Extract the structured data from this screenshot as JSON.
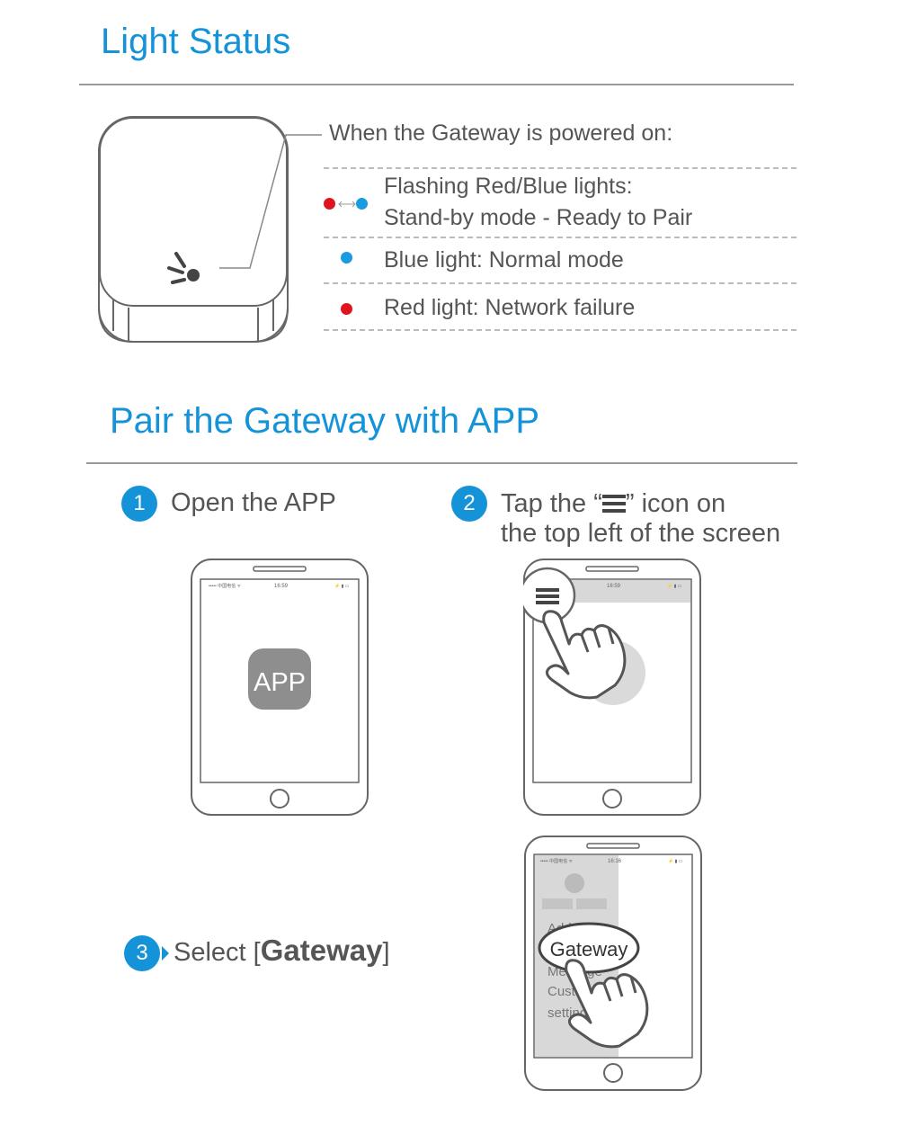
{
  "light_status": {
    "title": "Light Status",
    "intro": "When the Gateway is powered on:",
    "items": [
      {
        "line1": "Flashing Red/Blue lights:",
        "line2": "Stand-by mode - Ready to Pair"
      },
      {
        "line1": "Blue light: Normal mode"
      },
      {
        "line1": "Red light: Network failure"
      }
    ]
  },
  "pair": {
    "title": "Pair the Gateway with APP",
    "steps": [
      {
        "number": "1",
        "line1": "Open the APP"
      },
      {
        "number": "2",
        "pre": "Tap the",
        "quote_open": "“",
        "quote_close": "”",
        "post": "icon on",
        "line2": "the top left of the screen"
      },
      {
        "number": "3",
        "pre": "Select [",
        "bold": "Gateway",
        "post": "]"
      }
    ],
    "phone1": {
      "status_time": "16:59",
      "app_label": "APP"
    },
    "phone2": {
      "status_time": "16:59"
    },
    "phone3": {
      "status_time": "16:16",
      "menu_items": [
        "Add lock",
        "Gateway",
        "Message",
        "Customer",
        "settings"
      ]
    }
  },
  "colors": {
    "accent": "#1593d9",
    "red": "#e0141e",
    "blue": "#1a9ae0"
  }
}
